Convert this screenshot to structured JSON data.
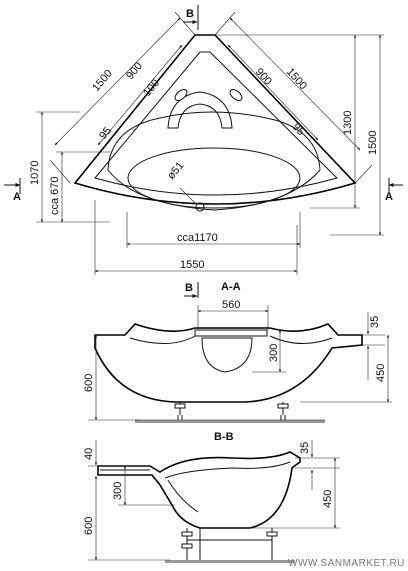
{
  "top_view": {
    "section_b": "B",
    "section_a_left": "A",
    "section_a_right": "A",
    "dims": {
      "diag_left_outer": "1500",
      "diag_left_inner": "900",
      "diag_right_inner": "900",
      "diag_right_outer": "1500",
      "small_100": "100",
      "small_95_left": "95",
      "small_95_right": "95",
      "height_1300": "1300",
      "height_1500": "1500",
      "height_1070": "1070",
      "height_670": "cca 670",
      "drain": "ø51",
      "width_1170": "cca1170",
      "width_1550": "1550"
    }
  },
  "section_aa": {
    "title": "A-A",
    "section_b": "B",
    "dims": {
      "width_560": "560",
      "height_300": "300",
      "height_35": "35",
      "height_450": "450",
      "height_600": "600"
    }
  },
  "section_bb": {
    "title": "B-B",
    "dims": {
      "height_40": "40",
      "height_300": "300",
      "height_600": "600",
      "height_35": "35",
      "height_450": "450"
    }
  },
  "watermark": "WWW.SANMARKET.RU"
}
